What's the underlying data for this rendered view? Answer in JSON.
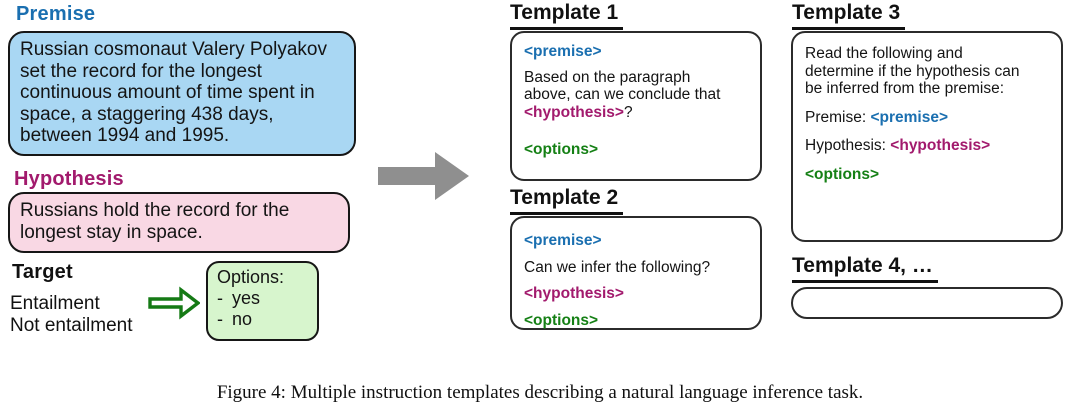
{
  "figure_caption": "Figure 4: Multiple instruction templates describing a natural language inference task.",
  "colors": {
    "premise_blue": "#1a6fb0",
    "hypothesis_magenta": "#a21a6d",
    "options_green": "#158015",
    "premise_box_fill": "#a9d7f3",
    "hypothesis_box_fill": "#f9d8e4",
    "options_box_fill": "#d7f5cd",
    "flow_arrow_gray": "#8f8f8f",
    "target_arrow_green": "#157a15"
  },
  "example": {
    "premise_label": "Premise",
    "premise_text": "Russian cosmonaut Valery Polyakov set the record for the longest continuous amount of time spent in space, a staggering 438 days, between 1994 and 1995.",
    "hypothesis_label": "Hypothesis",
    "hypothesis_text": "Russians hold the record for the longest stay in space.",
    "target_label": "Target",
    "target_values": [
      "Entailment",
      "Not entailment"
    ],
    "options": {
      "title": "Options:",
      "bullet": "-",
      "items": [
        "yes",
        "no"
      ]
    }
  },
  "templates": {
    "t1": {
      "title": "Template 1",
      "premise_tag": "<premise>",
      "body_line1": "Based on the paragraph",
      "body_line2": "above, can we conclude that",
      "hypothesis_tag": "<hypothesis>",
      "suffix": "?",
      "options_tag": "<options>"
    },
    "t2": {
      "title": "Template 2",
      "premise_tag": "<premise>",
      "body": "Can we infer the following?",
      "hypothesis_tag": "<hypothesis>",
      "options_tag": "<options>"
    },
    "t3": {
      "title": "Template 3",
      "body_line1": "Read the following and",
      "body_line2": "determine if the hypothesis can",
      "body_line3": "be inferred from the premise:",
      "premise_prefix": "Premise: ",
      "premise_tag": "<premise>",
      "hypothesis_prefix": "Hypothesis: ",
      "hypothesis_tag": "<hypothesis>",
      "options_tag": "<options>"
    },
    "t4": {
      "title": "Template 4, …"
    }
  }
}
